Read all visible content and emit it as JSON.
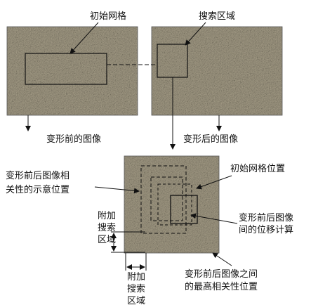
{
  "labels": {
    "initial_grid": "初始网格",
    "search_region": "搜索区域",
    "before_image": "变形前的图像",
    "after_image": "变形后的图像",
    "relevance_line1": "变形前后图像相",
    "relevance_line2": "关性的示意位置",
    "initial_grid_position": "初始网格位置",
    "displacement_line1": "变形前后图像",
    "displacement_line2": "间的位移计算",
    "extra_search_v_1": "附加",
    "extra_search_v_2": "搜索",
    "extra_search_v_3": "区域",
    "extra_search_h_1": "附加",
    "extra_search_h_2": "搜索",
    "extra_search_h_3": "区域",
    "highest_line1": "变形前后图像之间",
    "highest_line2": "的最高相关性位置"
  },
  "colors": {
    "texture_base": "#8f8772",
    "texture_light": "#b9b19b",
    "texture_dark": "#5e5848",
    "line": "#111111",
    "background": "#ffffff"
  }
}
